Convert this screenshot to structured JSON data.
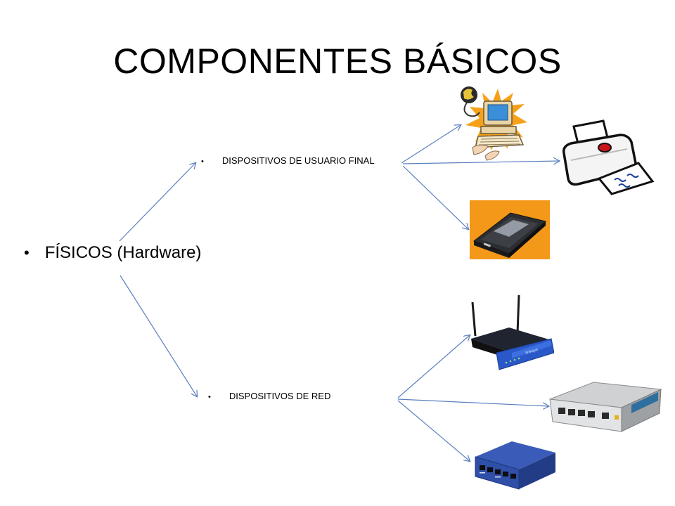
{
  "slide": {
    "title": "COMPONENTES BÁSICOS",
    "bullets": {
      "main": "FÍSICOS (Hardware)",
      "end_user": "DISPOSITIVOS DE USUARIO FINAL",
      "network": "DISPOSITIVOS DE RED"
    },
    "bullet_glyph": "•",
    "devices": {
      "end_user": [
        "computer-icon",
        "printer-icon",
        "scanner-icon"
      ],
      "network": [
        "wireless-router-icon",
        "modem-router-icon",
        "network-switch-icon"
      ]
    },
    "colors": {
      "arrow": "#5b7fbf",
      "router_blue": "#2a58c8",
      "switch_blue": "#2f4fa8",
      "scanner_bg": "#f28a0c"
    }
  }
}
